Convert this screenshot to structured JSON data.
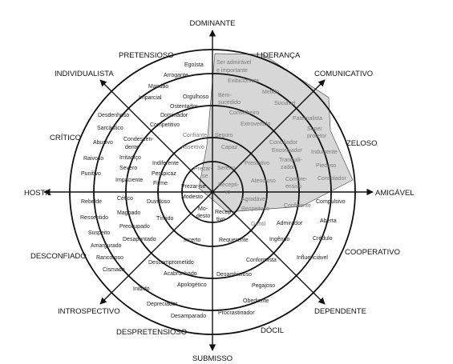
{
  "colors": {
    "ink": "#111111",
    "shade": "#d7d7d7",
    "muted": "#7a7a7a"
  },
  "axes": {
    "top": "DOMINANTE",
    "bottom": "SUBMISSO",
    "left": "HOSTIL",
    "right": "AMIGÁVEL"
  },
  "octants": [
    "PRETENSIOSO",
    "LIDERANÇA",
    "INDIVIDUALISTA",
    "COMUNICATIVO",
    "CRÍTICO",
    "ZELOSO",
    "DESCONFIADO",
    "COOPERATIVO",
    "INTROSPECTIVO",
    "DEPENDENTE",
    "DESPRETENSIOSO",
    "DÓCIL"
  ],
  "words": [
    "Egoísta",
    "Arrogante",
    "Mandão",
    "Imparcial",
    "Orgulhoso",
    "Ostentador",
    "Dominador",
    "Competitivo",
    "Ser admirável",
    "e importante",
    "Exibicionista",
    "Metido",
    "Bem-",
    "sucedido",
    "Sociável",
    "Conselheiro",
    "Extrovertido",
    "Paternalista",
    "Super",
    "protetor",
    "Indulgente",
    "Piedoso",
    "Consolador",
    "Confiante",
    "Seguro",
    "Assertivo",
    "Capaz",
    "Conciliador",
    "Encorajador",
    "Tranquili-",
    "zador",
    "Prestativo",
    "Compre-",
    "ensivo",
    "Sereno",
    "Atencioso",
    "Desdenhoso",
    "Sarcástico",
    "Abusivo",
    "Raivoso",
    "Punitivo",
    "Condescen-",
    "dente",
    "Irritadiço",
    "Severo",
    "Impaciente",
    "Indiferente",
    "Perspicaz",
    "Firme",
    "Prezar-",
    "se",
    "Rebelde",
    "Ressentido",
    "Suspeito",
    "Amargurado",
    "Rancoroso",
    "Cismado",
    "Cético",
    "Magoado",
    "Preocupado",
    "Desapontado",
    "Duvidoso",
    "Tímido",
    "Modesto",
    "Prezar-se",
    "Mo-",
    "desto",
    "Incerto",
    "Descomprometido",
    "Acabrunhado",
    "Apologético",
    "Inibido",
    "Depreciador",
    "Desamparado",
    "Recepti-",
    "vo",
    "Recep-",
    "tivo",
    "Agradável",
    "Respeitoso",
    "Gentil",
    "Confidente",
    "Admirador",
    "Ingênuo",
    "Requerente",
    "Conformista",
    "Desambicioso",
    "Pegajoso",
    "Obediente",
    "Procrastinador",
    "Compulsivo",
    "Aberta",
    "Crédulo",
    "Influenciável"
  ]
}
